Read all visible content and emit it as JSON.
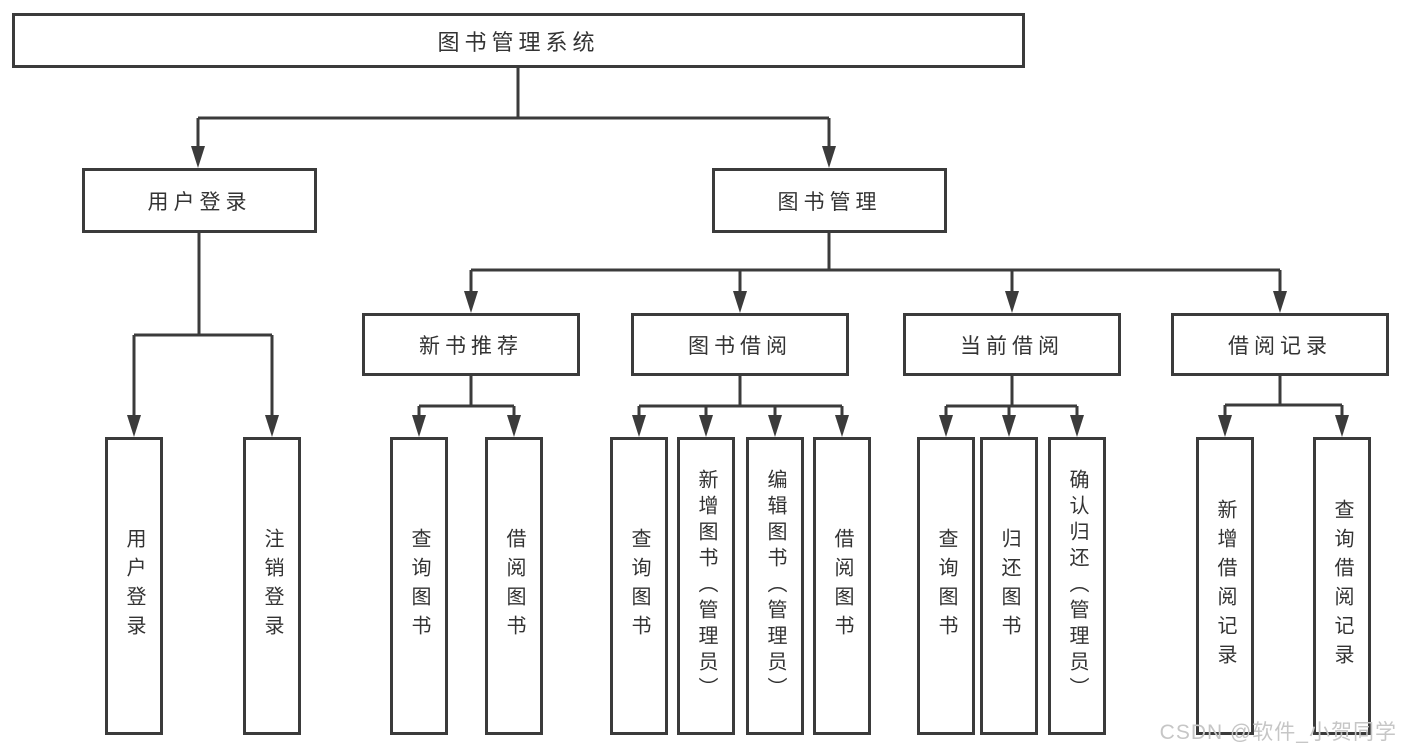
{
  "diagram": {
    "root": "图书管理系统",
    "level2": {
      "login": "用户登录",
      "manage": "图书管理"
    },
    "level3": {
      "newbook": "新书推荐",
      "borrow": "图书借阅",
      "current": "当前借阅",
      "records": "借阅记录"
    },
    "leaves": {
      "login": [
        "用户登录",
        "注销登录"
      ],
      "newbook": [
        "查询图书",
        "借阅图书"
      ],
      "borrow": [
        "查询图书",
        "新增图书（管理员）",
        "编辑图书（管理员）",
        "借阅图书"
      ],
      "current": [
        "查询图书",
        "归还图书",
        "确认归还（管理员）"
      ],
      "records": [
        "新增借阅记录",
        "查询借阅记录"
      ]
    }
  },
  "watermark": "CSDN @软件_小贺同学",
  "colors": {
    "line": "#3b3b3b",
    "text": "#333333",
    "watermark": "#c6c6c6",
    "background": "#ffffff"
  }
}
